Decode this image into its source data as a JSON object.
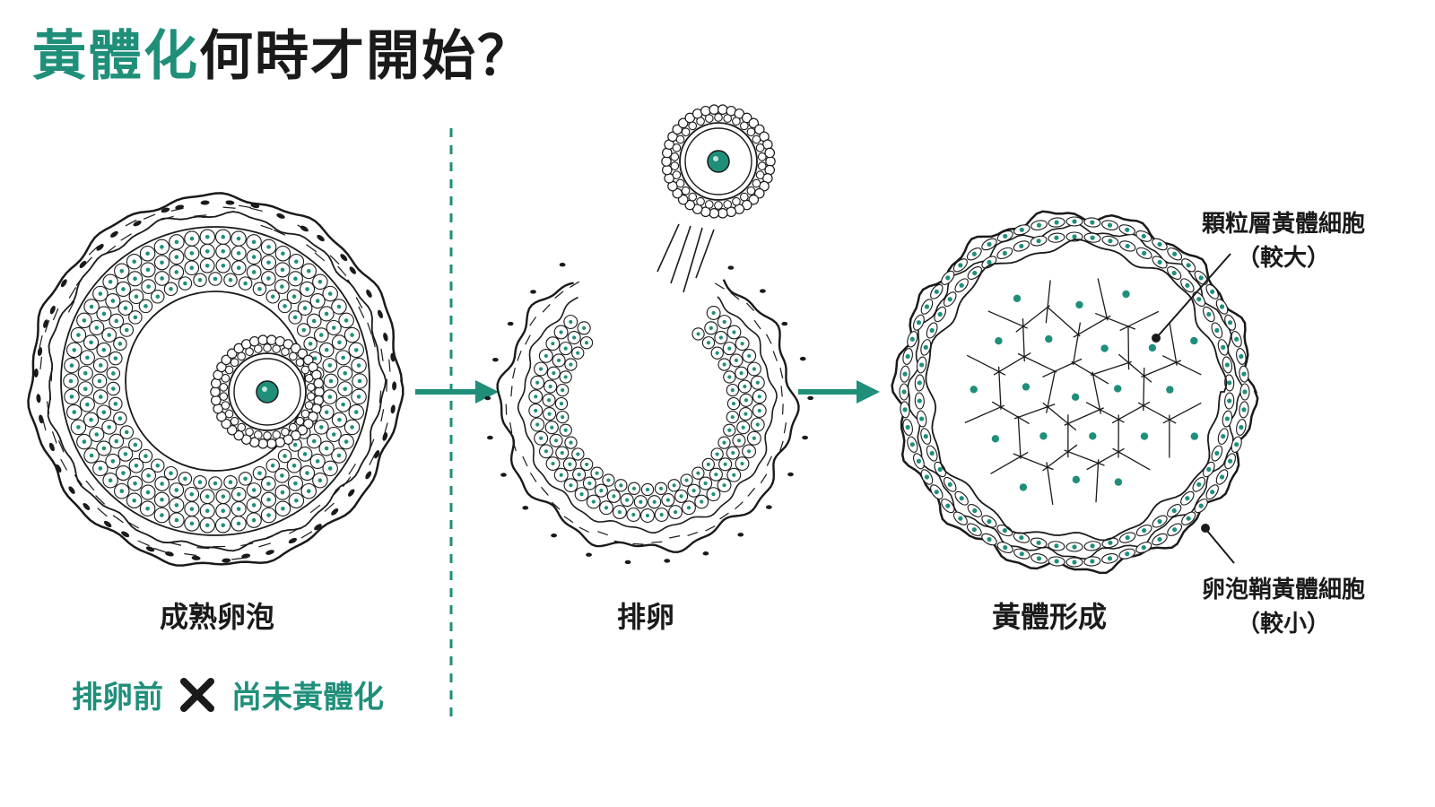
{
  "title": {
    "accent": "黃體化",
    "rest": "何時才開始？"
  },
  "stages": [
    {
      "label": "成熟卵泡"
    },
    {
      "label": "排卵"
    },
    {
      "label": "黃體形成"
    }
  ],
  "callouts": {
    "granulosa": {
      "line1": "顆粒層黃體細胞",
      "line2": "（較大）"
    },
    "theca": {
      "line1": "卵泡鞘黃體細胞",
      "line2": "（較小）"
    }
  },
  "note": {
    "before": "排卵前",
    "after": "尚未黃體化"
  },
  "colors": {
    "accent": "#1f8f7a",
    "ink": "#1a1a1a",
    "background": "#ffffff"
  },
  "icons": [
    "arrow-right-icon",
    "x-icon"
  ]
}
